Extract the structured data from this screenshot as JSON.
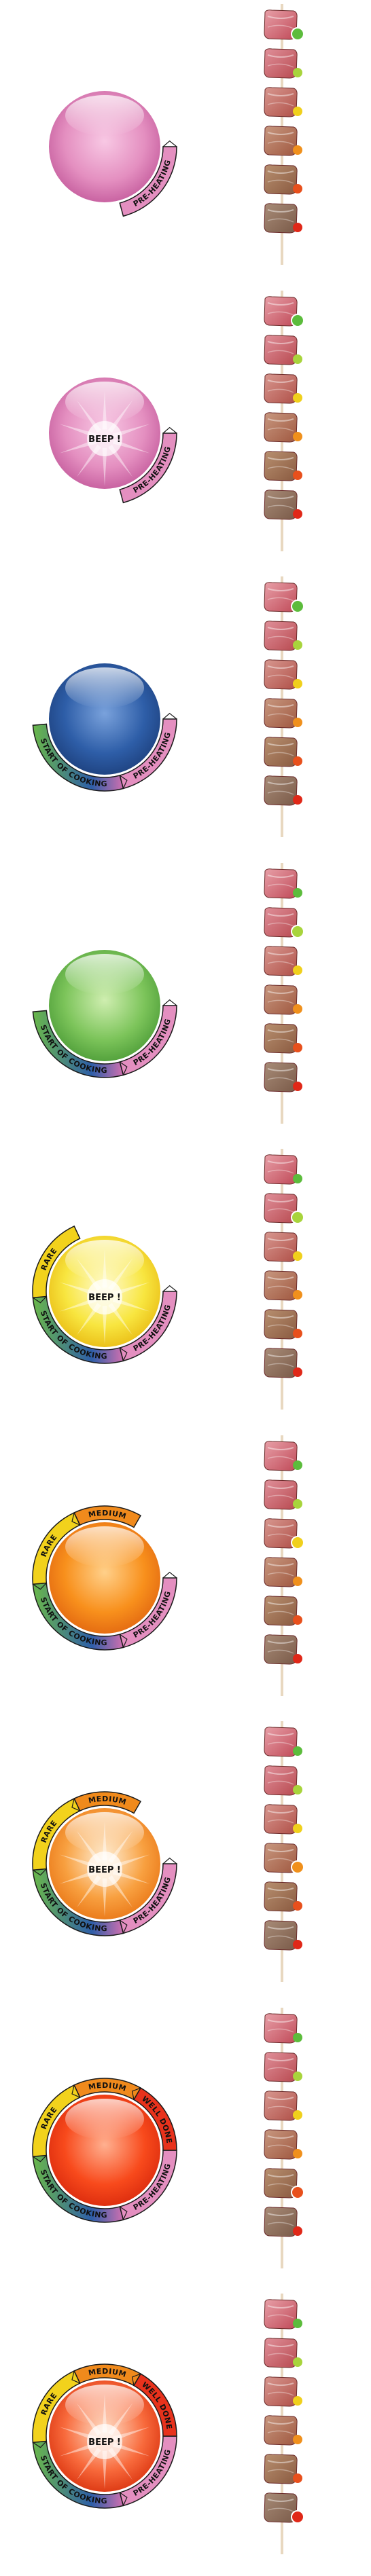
{
  "labels": {
    "preheating": "PRE-HEATING",
    "start_of_cooking": "START OF COOKING",
    "rare": "RARE",
    "medium": "MEDIUM",
    "well_done": "WELL DONE",
    "beep": "BEEP !"
  },
  "colors": {
    "preheating": "#e48fc0",
    "start_of_cooking_blue": "#2e5ea8",
    "start_of_cooking_green": "#6ab84a",
    "rare": "#f2d21c",
    "medium": "#f08a1c",
    "well_done": "#e8321c",
    "skewer_stick": "#e8d8c0"
  },
  "frames": [
    {
      "ball": "pink",
      "beep": false,
      "segments": [
        "preheating"
      ],
      "meat_dot_active": 0
    },
    {
      "ball": "pink",
      "beep": true,
      "segments": [
        "preheating"
      ],
      "meat_dot_active": 0
    },
    {
      "ball": "blue",
      "beep": false,
      "segments": [
        "preheating",
        "start_of_cooking"
      ],
      "meat_dot_active": 0
    },
    {
      "ball": "green",
      "beep": false,
      "segments": [
        "preheating",
        "start_of_cooking"
      ],
      "meat_dot_active": 1
    },
    {
      "ball": "yellow",
      "beep": true,
      "segments": [
        "preheating",
        "start_of_cooking",
        "rare"
      ],
      "meat_dot_active": 1
    },
    {
      "ball": "orange",
      "beep": false,
      "segments": [
        "preheating",
        "start_of_cooking",
        "rare",
        "medium"
      ],
      "meat_dot_active": 2
    },
    {
      "ball": "orange-light",
      "beep": true,
      "segments": [
        "preheating",
        "start_of_cooking",
        "rare",
        "medium"
      ],
      "meat_dot_active": 3
    },
    {
      "ball": "red",
      "beep": false,
      "segments": [
        "preheating",
        "start_of_cooking",
        "rare",
        "medium",
        "well_done"
      ],
      "meat_dot_active": 4
    },
    {
      "ball": "red-light",
      "beep": true,
      "segments": [
        "preheating",
        "start_of_cooking",
        "rare",
        "medium",
        "well_done"
      ],
      "meat_dot_active": 5
    }
  ]
}
